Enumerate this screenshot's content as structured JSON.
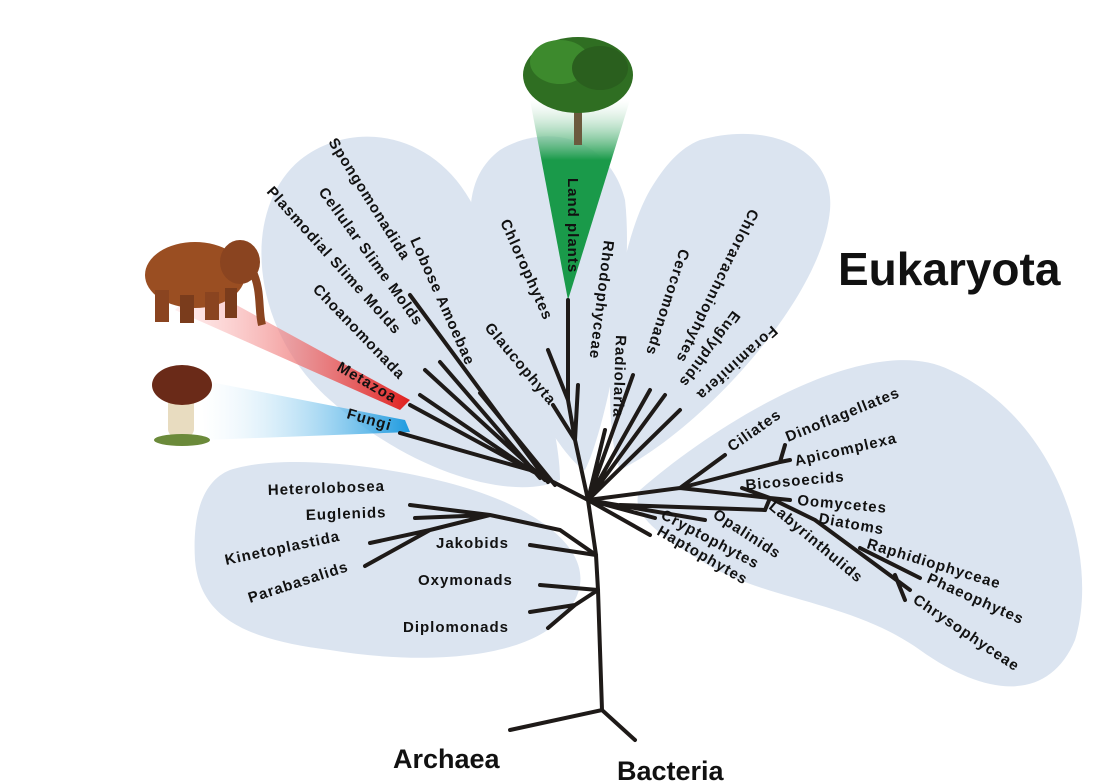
{
  "title": "Eukaryota",
  "domains": {
    "archaea": "Archaea",
    "bacteria": "Bacteria"
  },
  "colors": {
    "blob": "#dbe4f0",
    "branch": "#1e1a18",
    "metazoa_wedge": "#e0201f",
    "fungi_wedge": "#1e9be0",
    "plants_wedge": "#1a9a4a"
  },
  "groups": {
    "opisthokonts_amoebozoa": [
      "Lobose Amoebae",
      "Spongomonadida",
      "Cellular Slime Molds",
      "Plasmodial Slime Molds",
      "Choanomonada",
      "Metazoa",
      "Fungi"
    ],
    "plants": [
      "Chlorophytes",
      "Land plants",
      "Rhodophyceae",
      "Glaucophyta"
    ],
    "rhizaria": [
      "Radiolaria",
      "Cercomonads",
      "Chlorarachniophytes",
      "Euglyphids",
      "Foraminifera"
    ],
    "chromalveolates": [
      "Ciliates",
      "Dinoflagellates",
      "Apicomplexa",
      "Bicosoecids",
      "Oomycetes",
      "Diatoms",
      "Raphidiophyceae",
      "Phaeophytes",
      "Chrysophyceae",
      "Labyrinthulids",
      "Opalinids",
      "Cryptophytes",
      "Haptophytes"
    ],
    "excavates": [
      "Heterolobosea",
      "Euglenids",
      "Kinetoplastida",
      "Parabasalids",
      "Jakobids",
      "Oxymonads",
      "Diplomonads"
    ]
  },
  "illustrations": [
    "tree-icon",
    "elephant-icon",
    "mushroom-icon"
  ]
}
